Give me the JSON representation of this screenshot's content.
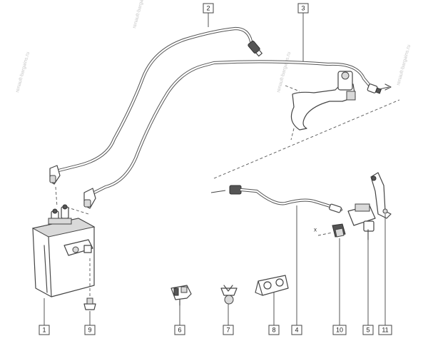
{
  "diagram": {
    "watermark": "renault-bargains.ru",
    "axis_marker": "x",
    "callouts": [
      {
        "id": "c1",
        "label": "1"
      },
      {
        "id": "c2",
        "label": "2"
      },
      {
        "id": "c3",
        "label": "3"
      },
      {
        "id": "c4",
        "label": "4"
      },
      {
        "id": "c5",
        "label": "5"
      },
      {
        "id": "c6",
        "label": "6"
      },
      {
        "id": "c7",
        "label": "7"
      },
      {
        "id": "c8",
        "label": "8"
      },
      {
        "id": "c9",
        "label": "9"
      },
      {
        "id": "c10",
        "label": "10"
      },
      {
        "id": "c11",
        "label": "11"
      }
    ]
  }
}
